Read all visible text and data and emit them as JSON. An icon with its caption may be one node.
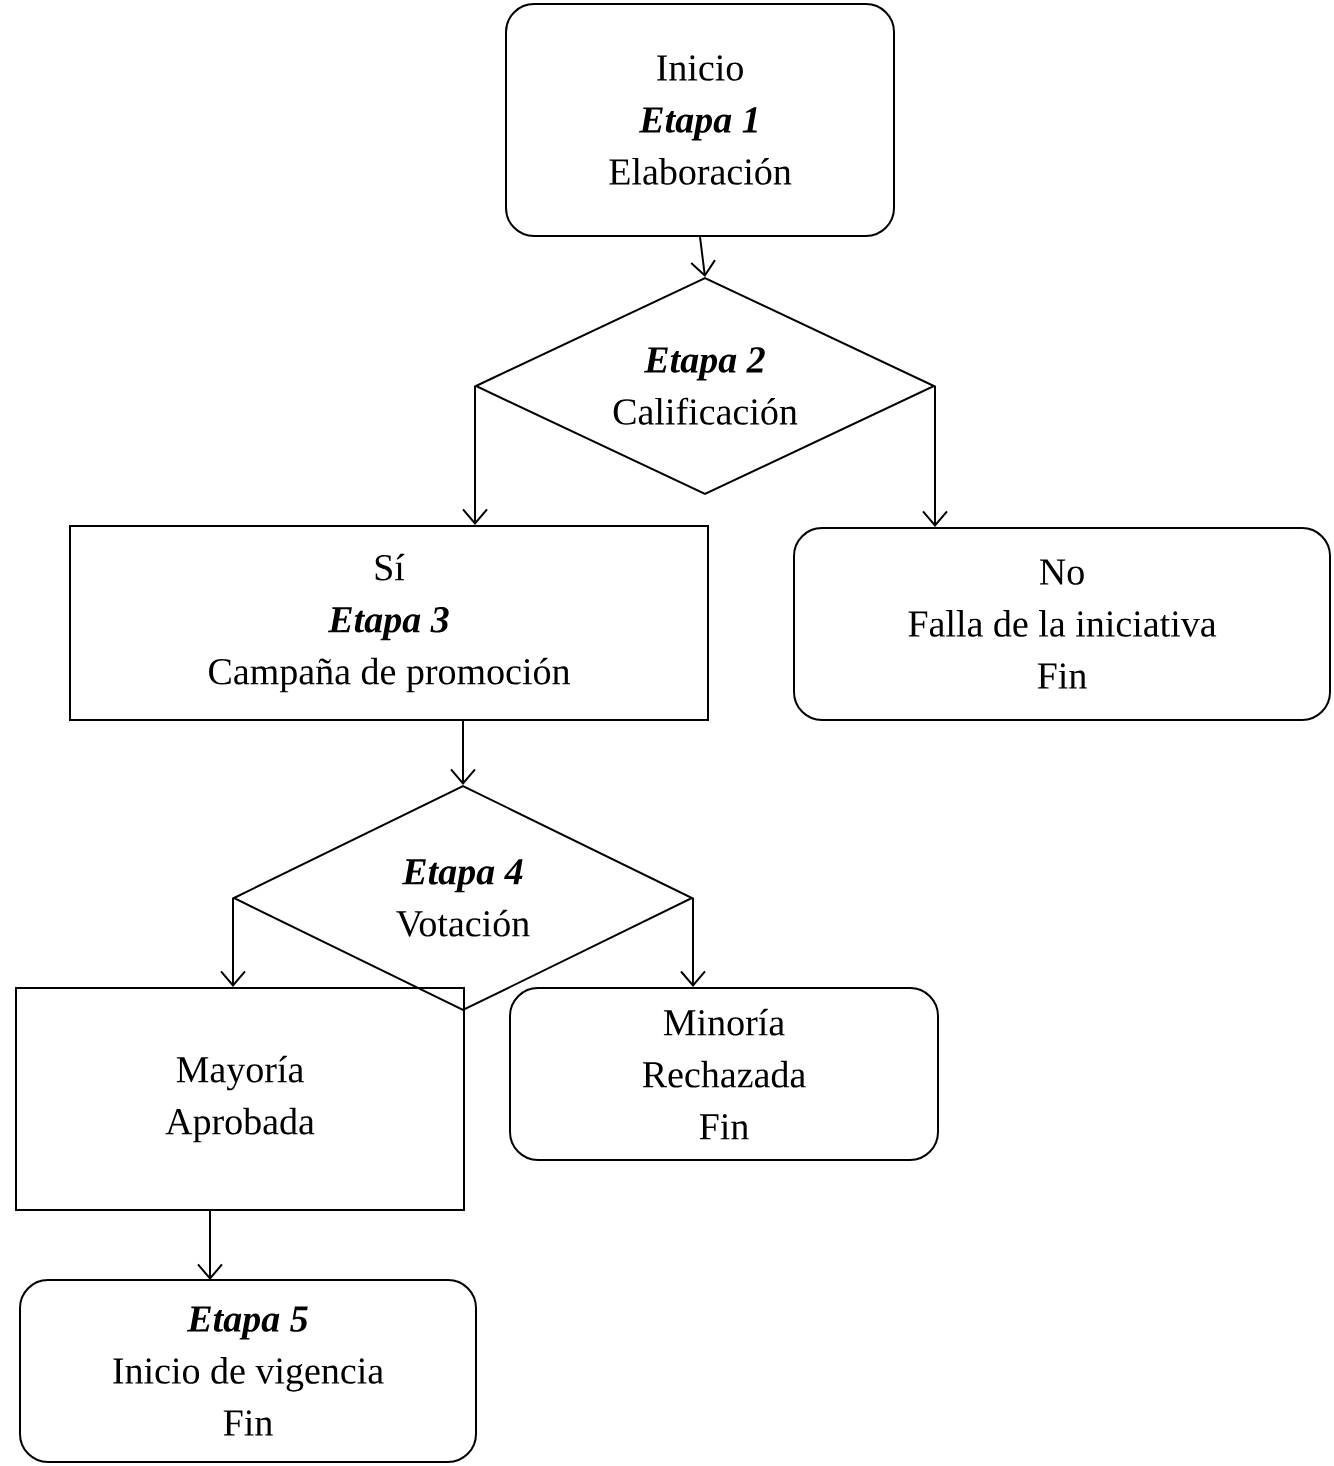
{
  "diagram": {
    "nodes": [
      {
        "text": [
          "Inicio",
          "Etapa 1",
          "Elaboración"
        ]
      },
      {
        "text": [
          "Etapa 2",
          "Calificación"
        ]
      },
      {
        "text": [
          "Sí",
          "Etapa 3",
          "Campaña de promoción"
        ]
      },
      {
        "text": [
          "No",
          "Falla de la iniciativa",
          "Fin"
        ]
      },
      {
        "text": [
          "Etapa 4",
          "Votación"
        ]
      },
      {
        "text": [
          "Mayoría",
          "Aprobada"
        ]
      },
      {
        "text": [
          "Minoría",
          "Rechazada",
          "Fin"
        ]
      },
      {
        "text": [
          "Etapa 5",
          "Inicio de vigencia",
          "Fin"
        ]
      }
    ],
    "edges": [
      {
        "from": 0,
        "to": 1,
        "arrow": "to"
      },
      {
        "from": 1,
        "to": 2,
        "arrow": "to"
      },
      {
        "from": 1,
        "to": 3,
        "arrow": "to"
      },
      {
        "from": 2,
        "to": 4,
        "arrow": "to"
      },
      {
        "from": 4,
        "to": 5,
        "arrow": "to"
      },
      {
        "from": 4,
        "to": 6,
        "arrow": "to"
      },
      {
        "from": 5,
        "to": 7,
        "arrow": "to"
      }
    ]
  }
}
